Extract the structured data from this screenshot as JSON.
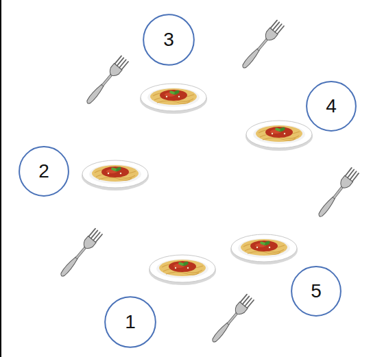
{
  "diagram": {
    "nodes": [
      {
        "text": [
          "3"
        ]
      },
      {
        "text": [
          "4"
        ]
      },
      {
        "text": [
          "2"
        ]
      },
      {
        "text": [
          "5"
        ]
      },
      {
        "text": [
          "1"
        ]
      }
    ]
  }
}
